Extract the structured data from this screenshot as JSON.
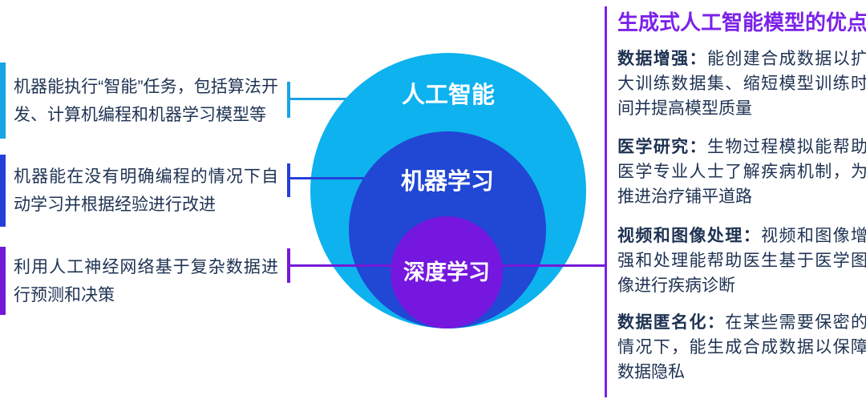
{
  "colors": {
    "text_navy": "#1e3252",
    "cyan": "#0db2ee",
    "cyan_line": "#18a4e6",
    "blue": "#2147d5",
    "blue_line": "#2540d8",
    "purple": "#7517de",
    "purple_line": "#7519d8",
    "violet": "#7b22e8"
  },
  "venn": {
    "rings": [
      {
        "id": "ai",
        "label": "人工智能"
      },
      {
        "id": "ml",
        "label": "机器学习"
      },
      {
        "id": "dl",
        "label": "深度学习"
      }
    ]
  },
  "left_panel": {
    "items": [
      {
        "text": "机器能执行“智能”任务，包括算法开发、计算机编程和机器学习模型等"
      },
      {
        "text": "机器能在没有明确编程的情况下自动学习并根据经验进行改进"
      },
      {
        "text": "利用人工神经网络基于复杂数据进行预测和决策"
      }
    ]
  },
  "right_panel": {
    "title": "生成式人工智能模型的优点",
    "items": [
      {
        "lead": "数据增强：",
        "body": "能创建合成数据以扩大训练数据集、缩短模型训练时间并提高模型质量"
      },
      {
        "lead": "医学研究：",
        "body": "生物过程模拟能帮助医学专业人士了解疾病机制，为推进治疗铺平道路"
      },
      {
        "lead": "视频和图像处理：",
        "body": "视频和图像增强和处理能帮助医生基于医学图像进行疾病诊断"
      },
      {
        "lead": "数据匿名化：",
        "body": "在某些需要保密的情况下，能生成合成数据以保障数据隐私"
      }
    ]
  }
}
